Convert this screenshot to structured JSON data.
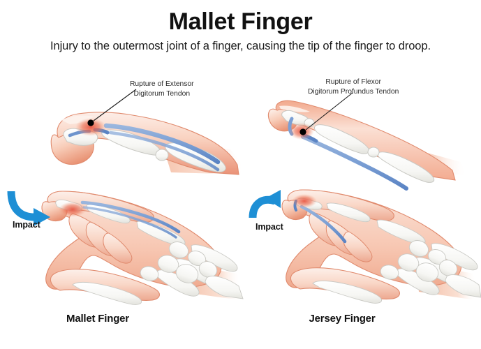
{
  "header": {
    "title": "Mallet Finger",
    "subtitle": "Injury to the outermost joint of a finger, causing the tip of the finger to droop."
  },
  "annotations": {
    "left": {
      "line1": "Rupture of Extensor",
      "line2": "Digitorum Tendon"
    },
    "right": {
      "line1": "Rupture of Flexor",
      "line2": "Digitorum Profundus Tendon"
    }
  },
  "impact": {
    "left_label": "Impact",
    "right_label": "Impact"
  },
  "captions": {
    "left": "Mallet Finger",
    "right": "Jersey Finger"
  },
  "colors": {
    "background": "#ffffff",
    "text": "#111111",
    "skin_light": "#fdeae2",
    "skin_mid": "#f7c3ae",
    "skin_deep": "#ea9277",
    "skin_outline": "#e08a6d",
    "bone_fill": "#f7f7f5",
    "bone_outline": "#c9c9c4",
    "tendon_blue": "#7b9fd4",
    "tendon_blue_deep": "#5b84c4",
    "inflammation_red": "#e8503c",
    "arrow_blue": "#1e8fd5",
    "marker_black": "#000000",
    "leader_line": "#1a1a1a"
  },
  "icons": {
    "impact_arrow": "curved-arrow-icon",
    "rupture_marker": "rupture-dot-icon"
  }
}
